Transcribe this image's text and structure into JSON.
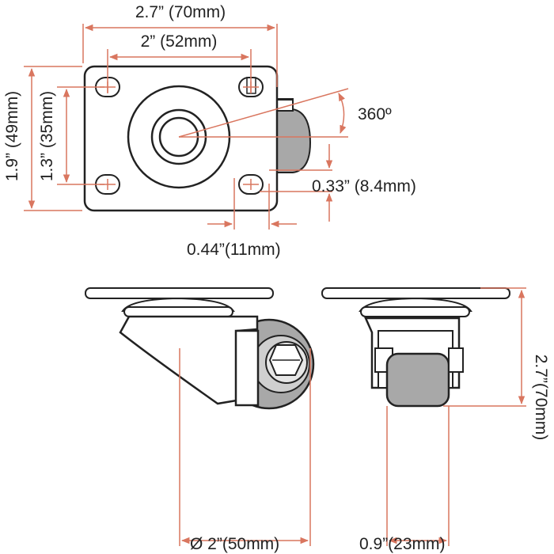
{
  "colors": {
    "dimension": "#d9765f",
    "outline": "#222222",
    "wheel_gray": "#a8a8a8",
    "wheel_light": "#cfcfcf",
    "background": "#ffffff"
  },
  "top_view": {
    "plate_width": "2.7” (70mm)",
    "hole_spacing_width": "2” (52mm)",
    "plate_height": "1.9” (49mm)",
    "hole_spacing_height": "1.3” (35mm)",
    "swivel": "360º",
    "swivel_offset": "0.33” (8.4mm)",
    "slot_width": "0.44”(11mm)"
  },
  "side_view": {
    "wheel_diameter": "Ø 2”(50mm)"
  },
  "front_view": {
    "total_height": "2.7”(70mm)",
    "wheel_width": "0.9”(23mm)"
  }
}
